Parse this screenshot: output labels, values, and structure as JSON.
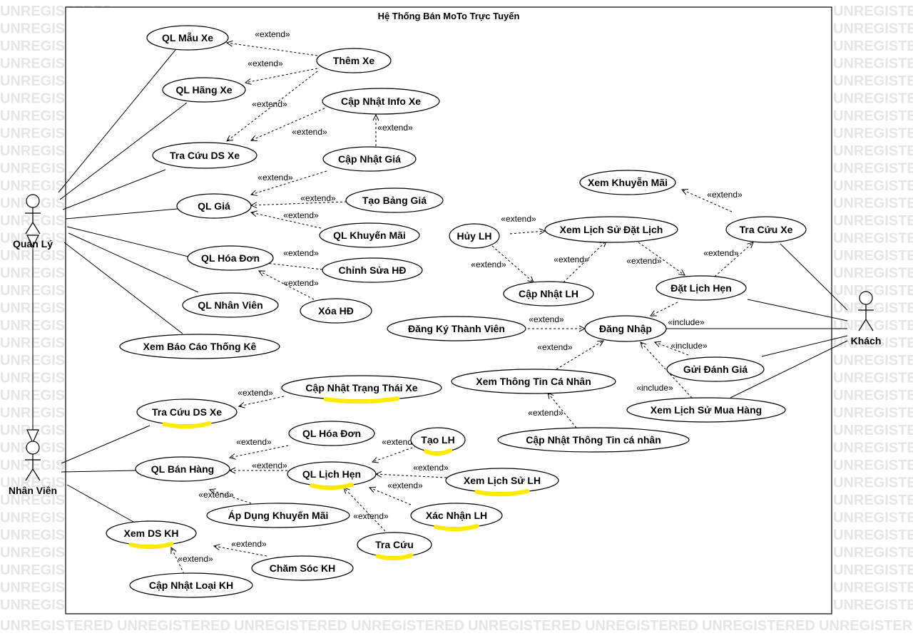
{
  "watermark": "UNREGISTERED",
  "system_title": "Hệ Thống Bán MoTo Trực Tuyến",
  "colors": {
    "highlight": "#ffeb00",
    "watermark": "#e6e6e6",
    "line": "#000000"
  },
  "actors": [
    {
      "id": "quanly",
      "label": "Quản Lý"
    },
    {
      "id": "nhanvien",
      "label": "Nhân Viên"
    },
    {
      "id": "khach",
      "label": "Khách"
    }
  ],
  "usecases": [
    {
      "id": "ql_mau_xe",
      "label": "QL Mẫu Xe"
    },
    {
      "id": "them_xe",
      "label": "Thêm Xe"
    },
    {
      "id": "ql_hang_xe",
      "label": "QL Hãng Xe"
    },
    {
      "id": "cap_nhat_info_xe",
      "label": "Cập Nhật Info Xe"
    },
    {
      "id": "tra_cuu_ds_xe",
      "label": "Tra Cứu DS Xe"
    },
    {
      "id": "cap_nhat_gia",
      "label": "Cập Nhật Giá"
    },
    {
      "id": "ql_gia",
      "label": "QL Giá"
    },
    {
      "id": "tao_bang_gia",
      "label": "Tạo Bảng Giá"
    },
    {
      "id": "ql_khuyen_mai",
      "label": "QL Khuyến Mãi"
    },
    {
      "id": "ql_hoa_don",
      "label": "QL Hóa Đơn"
    },
    {
      "id": "chinh_sua_hd",
      "label": "Chỉnh Sửa HĐ"
    },
    {
      "id": "xoa_hd",
      "label": "Xóa HĐ"
    },
    {
      "id": "ql_nhan_vien",
      "label": "QL Nhân Viên"
    },
    {
      "id": "xem_bao_cao",
      "label": "Xem Báo Cáo Thống Kê"
    },
    {
      "id": "xem_khuyen_mai",
      "label": "Xem Khuyễn Mãi"
    },
    {
      "id": "tra_cuu_xe",
      "label": "Tra Cứu Xe"
    },
    {
      "id": "huy_lh",
      "label": "Hủy LH"
    },
    {
      "id": "xem_lich_su_dat_lich",
      "label": "Xem Lịch Sử  Đặt Lịch"
    },
    {
      "id": "cap_nhat_lh",
      "label": "Cập Nhật LH"
    },
    {
      "id": "dat_lich_hen",
      "label": "Đặt Lịch Hẹn"
    },
    {
      "id": "dang_ky",
      "label": "Đăng Ký Thành Viên"
    },
    {
      "id": "dang_nhap",
      "label": "Đăng Nhập"
    },
    {
      "id": "gui_danh_gia",
      "label": "Gửi Đánh Giá"
    },
    {
      "id": "xem_thong_tin",
      "label": "Xem Thông Tin Cá Nhân"
    },
    {
      "id": "xem_lich_su_mua",
      "label": "Xem Lịch Sử Mua Hàng"
    },
    {
      "id": "cap_nhat_thong_tin",
      "label": "Cập Nhật Thông Tin cá nhân"
    },
    {
      "id": "cap_nhat_trang_thai",
      "label": "Cập Nhật Trạng Thái Xe"
    },
    {
      "id": "nv_tra_cuu_ds_xe",
      "label": "Tra Cứu DS Xe"
    },
    {
      "id": "nv_ql_hoa_don",
      "label": "QL Hóa Đơn"
    },
    {
      "id": "tao_lh",
      "label": "Tạo LH"
    },
    {
      "id": "ql_ban_hang",
      "label": "QL Bán Hàng"
    },
    {
      "id": "ql_lich_hen",
      "label": "QL Lịch Hẹn"
    },
    {
      "id": "xem_lich_su_lh",
      "label": "Xem Lịch Sử LH"
    },
    {
      "id": "ap_dung_km",
      "label": "Áp Dụng Khuyến Mãi"
    },
    {
      "id": "xac_nhan_lh",
      "label": "Xác Nhận LH"
    },
    {
      "id": "xem_ds_kh",
      "label": "Xem DS KH"
    },
    {
      "id": "tra_cuu",
      "label": "Tra Cứu"
    },
    {
      "id": "cham_soc_kh",
      "label": "Chăm Sóc KH"
    },
    {
      "id": "cap_nhat_loai_kh",
      "label": "Cập Nhật Loại KH"
    }
  ],
  "relations": [
    {
      "type": "extend",
      "label": "«extend»"
    },
    {
      "type": "include",
      "label": "«include»"
    }
  ]
}
